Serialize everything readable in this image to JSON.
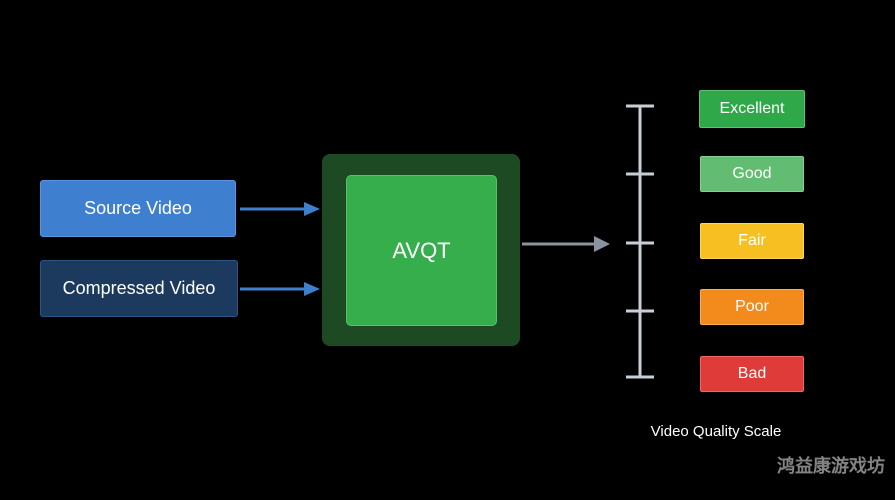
{
  "inputs": {
    "source": "Source Video",
    "compressed": "Compressed Video"
  },
  "processor": {
    "label": "AVQT"
  },
  "scale": {
    "levels": [
      "Excellent",
      "Good",
      "Fair",
      "Poor",
      "Bad"
    ],
    "caption": "Video Quality Scale"
  },
  "watermark": "鸿益康游戏坊",
  "colors": {
    "background": "#000000",
    "source": "#3f7fd0",
    "compressed": "#1b3a5e",
    "avqt_outer": "#1d4a22",
    "avqt_inner": "#35ae4b",
    "excellent": "#2fa84a",
    "good": "#62bd72",
    "fair": "#f6c022",
    "poor": "#f28a1c",
    "bad": "#df3b38",
    "arrow_input": "#3f7fd0",
    "arrow_output": "#8a94a0"
  }
}
